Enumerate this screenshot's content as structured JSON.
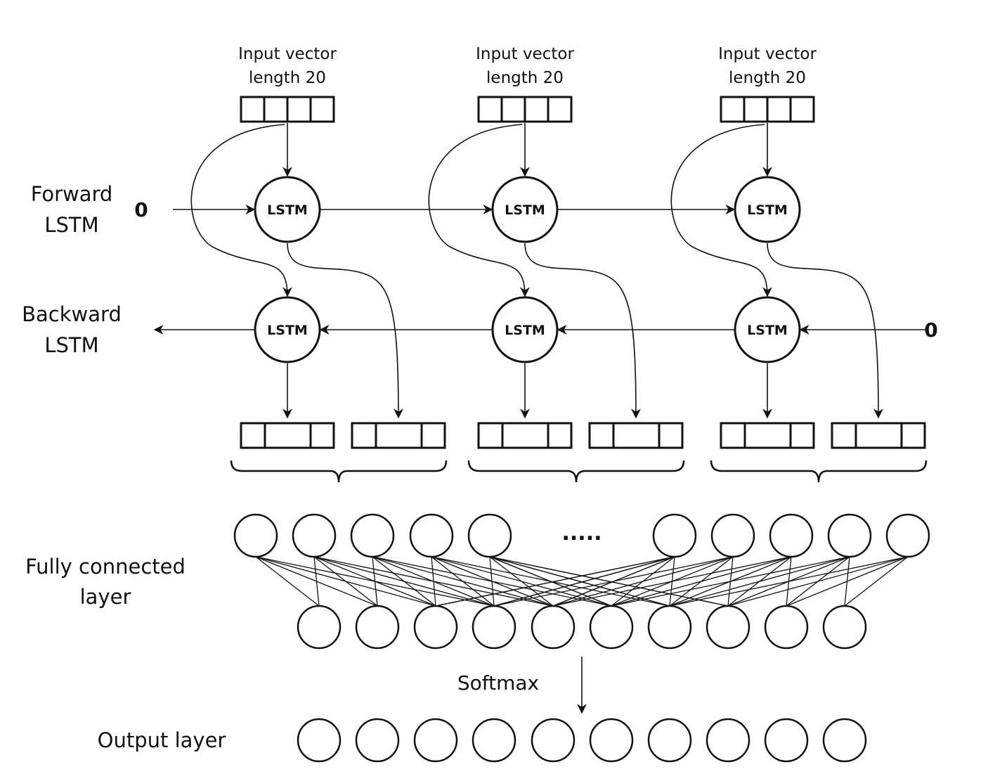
{
  "labels": {
    "forward": [
      "Forward",
      "LSTM"
    ],
    "backward": [
      "Backward",
      "LSTM"
    ],
    "fully_connected": [
      "Fully connected",
      "layer"
    ],
    "output": "Output layer",
    "softmax": "Softmax",
    "ellipsis": "....."
  },
  "inputs": [
    {
      "line1": "Input vector",
      "line2": "length 20"
    },
    {
      "line1": "Input vector",
      "line2": "length 20"
    },
    {
      "line1": "Input vector",
      "line2": "length 20"
    }
  ],
  "lstm_label": "LSTM",
  "initial_state": "0",
  "layers": {
    "fc_top_count": 10,
    "fc_bottom_count": 10,
    "output_count": 10
  },
  "colors": {
    "line": "#111111",
    "background": "#ffffff"
  }
}
